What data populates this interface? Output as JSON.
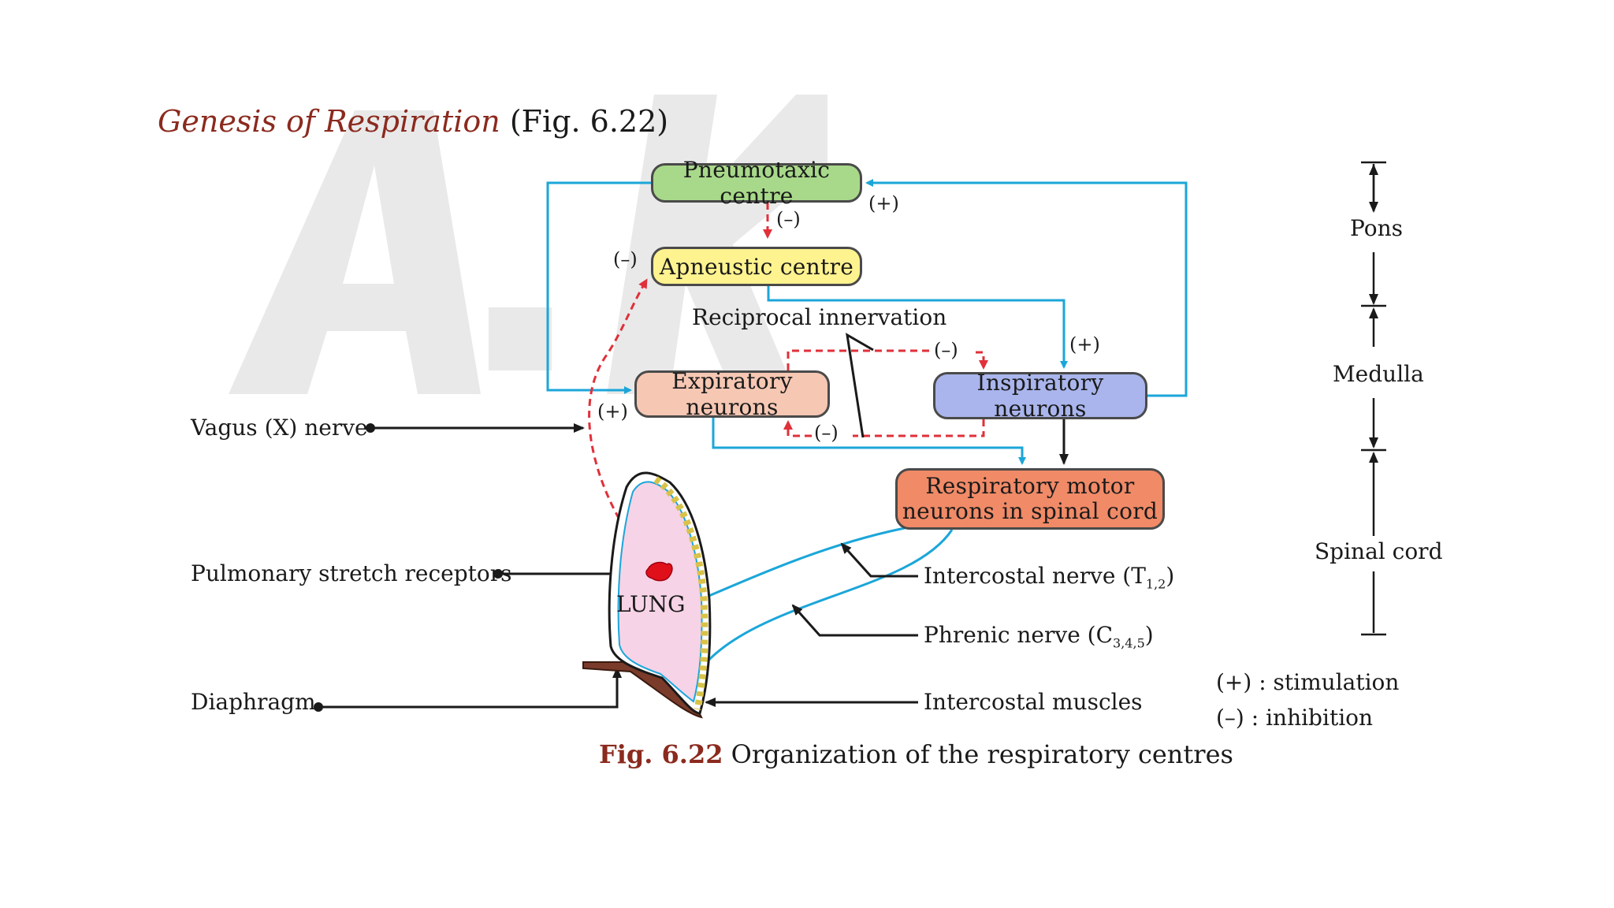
{
  "heading": {
    "italic": "Genesis of Respiration",
    "ref": "(Fig. 6.22)"
  },
  "watermark": "A.K",
  "nodes": {
    "pneumotaxic": "Pneumotaxic centre",
    "apneustic": "Apneustic centre",
    "expiratory": "Expiratory neurons",
    "inspiratory": "Inspiratory neurons",
    "motor_line1": "Respiratory motor",
    "motor_line2": "neurons in spinal cord"
  },
  "signs": {
    "pneumo_to_apneu": "(–)",
    "apneu_left": "(–)",
    "feedback_plus": "(+)",
    "insp_plus": "(+)",
    "recip_top": "(–)",
    "recip_bottom": "(–)",
    "exp_plus": "(+)"
  },
  "labels": {
    "reciprocal": "Reciprocal innervation",
    "vagus": "Vagus (X) nerve",
    "pulmonary": "Pulmonary stretch receptors",
    "diaphragm": "Diaphragm",
    "lung": "LUNG",
    "intercostal_nerve": "Intercostal nerve (T",
    "intercostal_nerve_sub": "1,2",
    "phrenic_nerve": "Phrenic nerve (C",
    "phrenic_nerve_sub": "3,4,5",
    "intercostal_muscles": "Intercostal muscles"
  },
  "scale": {
    "pons": "Pons",
    "medulla": "Medulla",
    "spinal_cord": "Spinal cord"
  },
  "legend": {
    "stimulation": "(+) : stimulation",
    "inhibition": "(–) : inhibition"
  },
  "caption": {
    "fig": "Fig. 6.22",
    "text": "Organization of the respiratory centres"
  },
  "colors": {
    "nerve_blue": "#1ba6d9",
    "inhibit_red": "#e0303a",
    "pneumotaxic": "#a8d98a",
    "apneustic": "#fff38f",
    "expiratory": "#f6c7b3",
    "inspiratory": "#a9b5ec",
    "motor": "#f08a67",
    "lung": "#f6d3e6",
    "title_red": "#8b2a1e"
  }
}
